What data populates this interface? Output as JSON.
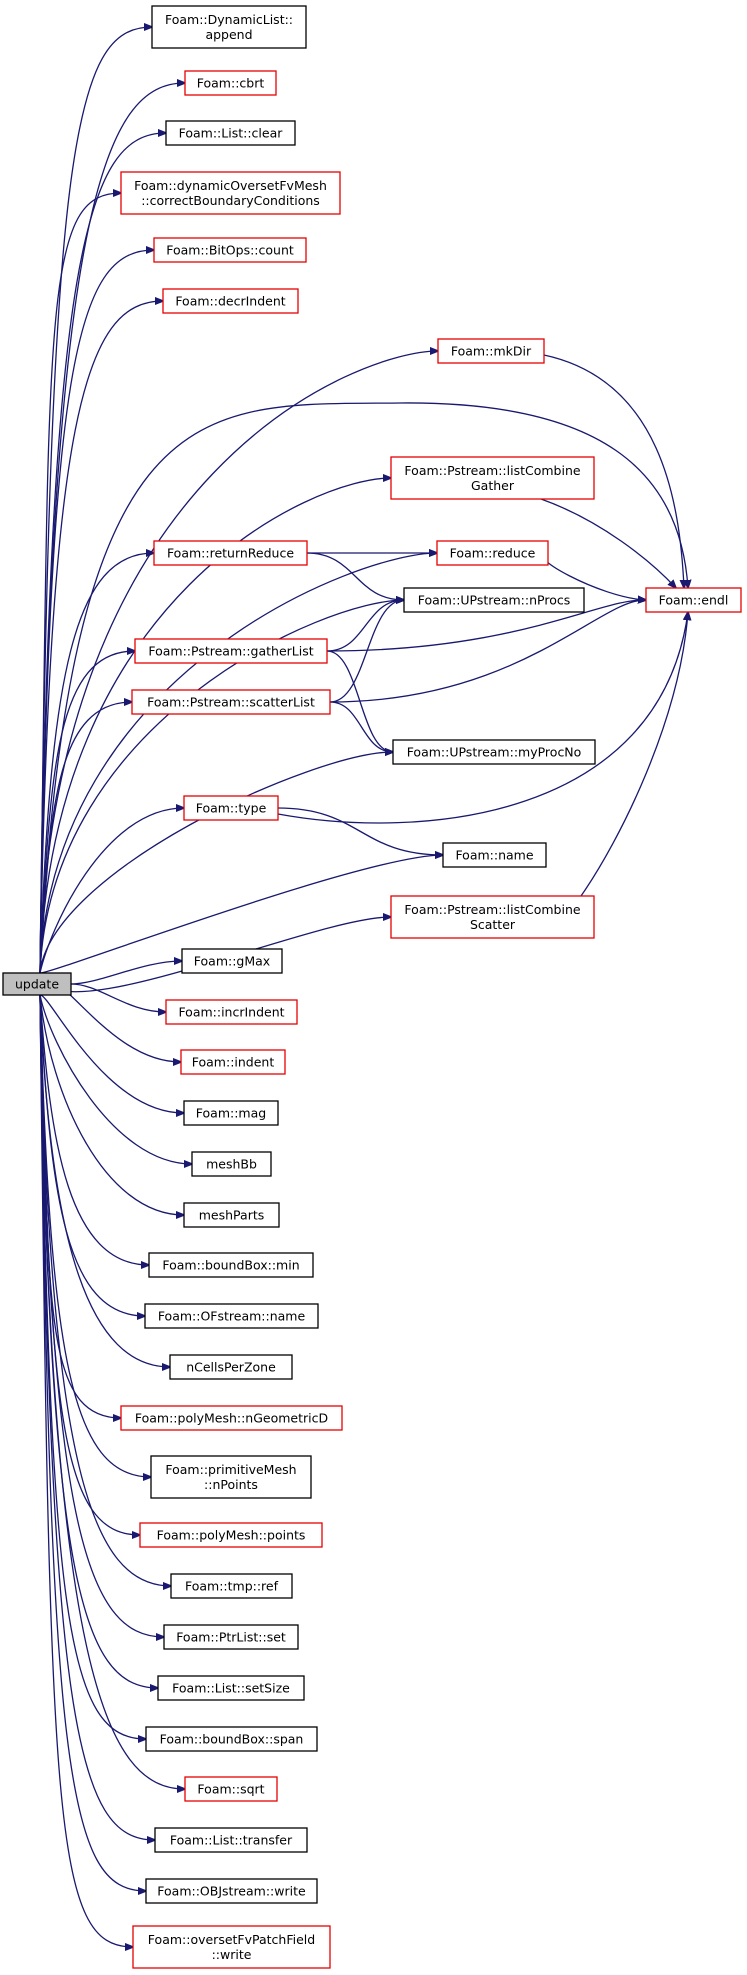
{
  "root": "update",
  "nodes": [
    {
      "id": "n_append",
      "lines": [
        "Foam::DynamicList::",
        "append"
      ],
      "border": "black"
    },
    {
      "id": "n_cbrt",
      "lines": [
        "Foam::cbrt"
      ],
      "border": "red"
    },
    {
      "id": "n_clear",
      "lines": [
        "Foam::List::clear"
      ],
      "border": "black"
    },
    {
      "id": "n_correct",
      "lines": [
        "Foam::dynamicOversetFvMesh",
        "::correctBoundaryConditions"
      ],
      "border": "red"
    },
    {
      "id": "n_count",
      "lines": [
        "Foam::BitOps::count"
      ],
      "border": "red"
    },
    {
      "id": "n_decr",
      "lines": [
        "Foam::decrIndent"
      ],
      "border": "red"
    },
    {
      "id": "n_mkdir",
      "lines": [
        "Foam::mkDir"
      ],
      "border": "red"
    },
    {
      "id": "n_lcg",
      "lines": [
        "Foam::Pstream::listCombine",
        "Gather"
      ],
      "border": "red"
    },
    {
      "id": "n_retred",
      "lines": [
        "Foam::returnReduce"
      ],
      "border": "red"
    },
    {
      "id": "n_reduce",
      "lines": [
        "Foam::reduce"
      ],
      "border": "red"
    },
    {
      "id": "n_nprocs",
      "lines": [
        "Foam::UPstream::nProcs"
      ],
      "border": "black"
    },
    {
      "id": "n_endl",
      "lines": [
        "Foam::endl"
      ],
      "border": "red"
    },
    {
      "id": "n_gather",
      "lines": [
        "Foam::Pstream::gatherList"
      ],
      "border": "red"
    },
    {
      "id": "n_scatter",
      "lines": [
        "Foam::Pstream::scatterList"
      ],
      "border": "red"
    },
    {
      "id": "n_myproc",
      "lines": [
        "Foam::UPstream::myProcNo"
      ],
      "border": "black"
    },
    {
      "id": "n_type",
      "lines": [
        "Foam::type"
      ],
      "border": "red"
    },
    {
      "id": "n_name",
      "lines": [
        "Foam::name"
      ],
      "border": "black"
    },
    {
      "id": "n_lcs",
      "lines": [
        "Foam::Pstream::listCombine",
        "Scatter"
      ],
      "border": "red"
    },
    {
      "id": "n_gmax",
      "lines": [
        "Foam::gMax"
      ],
      "border": "black"
    },
    {
      "id": "n_incr",
      "lines": [
        "Foam::incrIndent"
      ],
      "border": "red"
    },
    {
      "id": "n_indent",
      "lines": [
        "Foam::indent"
      ],
      "border": "red"
    },
    {
      "id": "n_mag",
      "lines": [
        "Foam::mag"
      ],
      "border": "black"
    },
    {
      "id": "n_meshbb",
      "lines": [
        "meshBb"
      ],
      "border": "black"
    },
    {
      "id": "n_meshparts",
      "lines": [
        "meshParts"
      ],
      "border": "black"
    },
    {
      "id": "n_bbmin",
      "lines": [
        "Foam::boundBox::min"
      ],
      "border": "black"
    },
    {
      "id": "n_ofname",
      "lines": [
        "Foam::OFstream::name"
      ],
      "border": "black"
    },
    {
      "id": "n_ncells",
      "lines": [
        "nCellsPerZone"
      ],
      "border": "black"
    },
    {
      "id": "n_ngeo",
      "lines": [
        "Foam::polyMesh::nGeometricD"
      ],
      "border": "red"
    },
    {
      "id": "n_npoints",
      "lines": [
        "Foam::primitiveMesh",
        "::nPoints"
      ],
      "border": "black"
    },
    {
      "id": "n_points",
      "lines": [
        "Foam::polyMesh::points"
      ],
      "border": "red"
    },
    {
      "id": "n_ref",
      "lines": [
        "Foam::tmp::ref"
      ],
      "border": "black"
    },
    {
      "id": "n_set",
      "lines": [
        "Foam::PtrList::set"
      ],
      "border": "black"
    },
    {
      "id": "n_setsize",
      "lines": [
        "Foam::List::setSize"
      ],
      "border": "black"
    },
    {
      "id": "n_span",
      "lines": [
        "Foam::boundBox::span"
      ],
      "border": "black"
    },
    {
      "id": "n_sqrt",
      "lines": [
        "Foam::sqrt"
      ],
      "border": "red"
    },
    {
      "id": "n_transfer",
      "lines": [
        "Foam::List::transfer"
      ],
      "border": "black"
    },
    {
      "id": "n_objwrite",
      "lines": [
        "Foam::OBJstream::write"
      ],
      "border": "black"
    },
    {
      "id": "n_ovwrite",
      "lines": [
        "Foam::oversetFvPatchField",
        "::write"
      ],
      "border": "red"
    }
  ],
  "edges": [
    [
      "root",
      "n_append"
    ],
    [
      "root",
      "n_cbrt"
    ],
    [
      "root",
      "n_clear"
    ],
    [
      "root",
      "n_correct"
    ],
    [
      "root",
      "n_count"
    ],
    [
      "root",
      "n_decr"
    ],
    [
      "root",
      "n_mkdir"
    ],
    [
      "root",
      "n_endl"
    ],
    [
      "root",
      "n_lcg"
    ],
    [
      "root",
      "n_reduce"
    ],
    [
      "root",
      "n_retred"
    ],
    [
      "root",
      "n_nprocs"
    ],
    [
      "root",
      "n_gather"
    ],
    [
      "root",
      "n_scatter"
    ],
    [
      "root",
      "n_myproc"
    ],
    [
      "root",
      "n_type"
    ],
    [
      "root",
      "n_name"
    ],
    [
      "root",
      "n_lcs"
    ],
    [
      "root",
      "n_gmax"
    ],
    [
      "root",
      "n_incr"
    ],
    [
      "root",
      "n_indent"
    ],
    [
      "root",
      "n_mag"
    ],
    [
      "root",
      "n_meshbb"
    ],
    [
      "root",
      "n_meshparts"
    ],
    [
      "root",
      "n_bbmin"
    ],
    [
      "root",
      "n_ofname"
    ],
    [
      "root",
      "n_ncells"
    ],
    [
      "root",
      "n_ngeo"
    ],
    [
      "root",
      "n_npoints"
    ],
    [
      "root",
      "n_points"
    ],
    [
      "root",
      "n_ref"
    ],
    [
      "root",
      "n_set"
    ],
    [
      "root",
      "n_setsize"
    ],
    [
      "root",
      "n_span"
    ],
    [
      "root",
      "n_sqrt"
    ],
    [
      "root",
      "n_transfer"
    ],
    [
      "root",
      "n_objwrite"
    ],
    [
      "root",
      "n_ovwrite"
    ],
    [
      "n_mkdir",
      "n_endl"
    ],
    [
      "n_lcg",
      "n_endl"
    ],
    [
      "n_reduce",
      "n_endl"
    ],
    [
      "n_retred",
      "n_reduce"
    ],
    [
      "n_retred",
      "n_nprocs"
    ],
    [
      "n_gather",
      "n_nprocs"
    ],
    [
      "n_gather",
      "n_endl"
    ],
    [
      "n_gather",
      "n_myproc"
    ],
    [
      "n_scatter",
      "n_nprocs"
    ],
    [
      "n_scatter",
      "n_endl"
    ],
    [
      "n_scatter",
      "n_myproc"
    ],
    [
      "n_type",
      "n_endl"
    ],
    [
      "n_type",
      "n_name"
    ],
    [
      "n_lcs",
      "n_endl"
    ]
  ],
  "colors": {
    "edge": "#191970",
    "black_border": "#000000",
    "red_border": "#e60000",
    "root_fill": "#bfbfbf"
  }
}
